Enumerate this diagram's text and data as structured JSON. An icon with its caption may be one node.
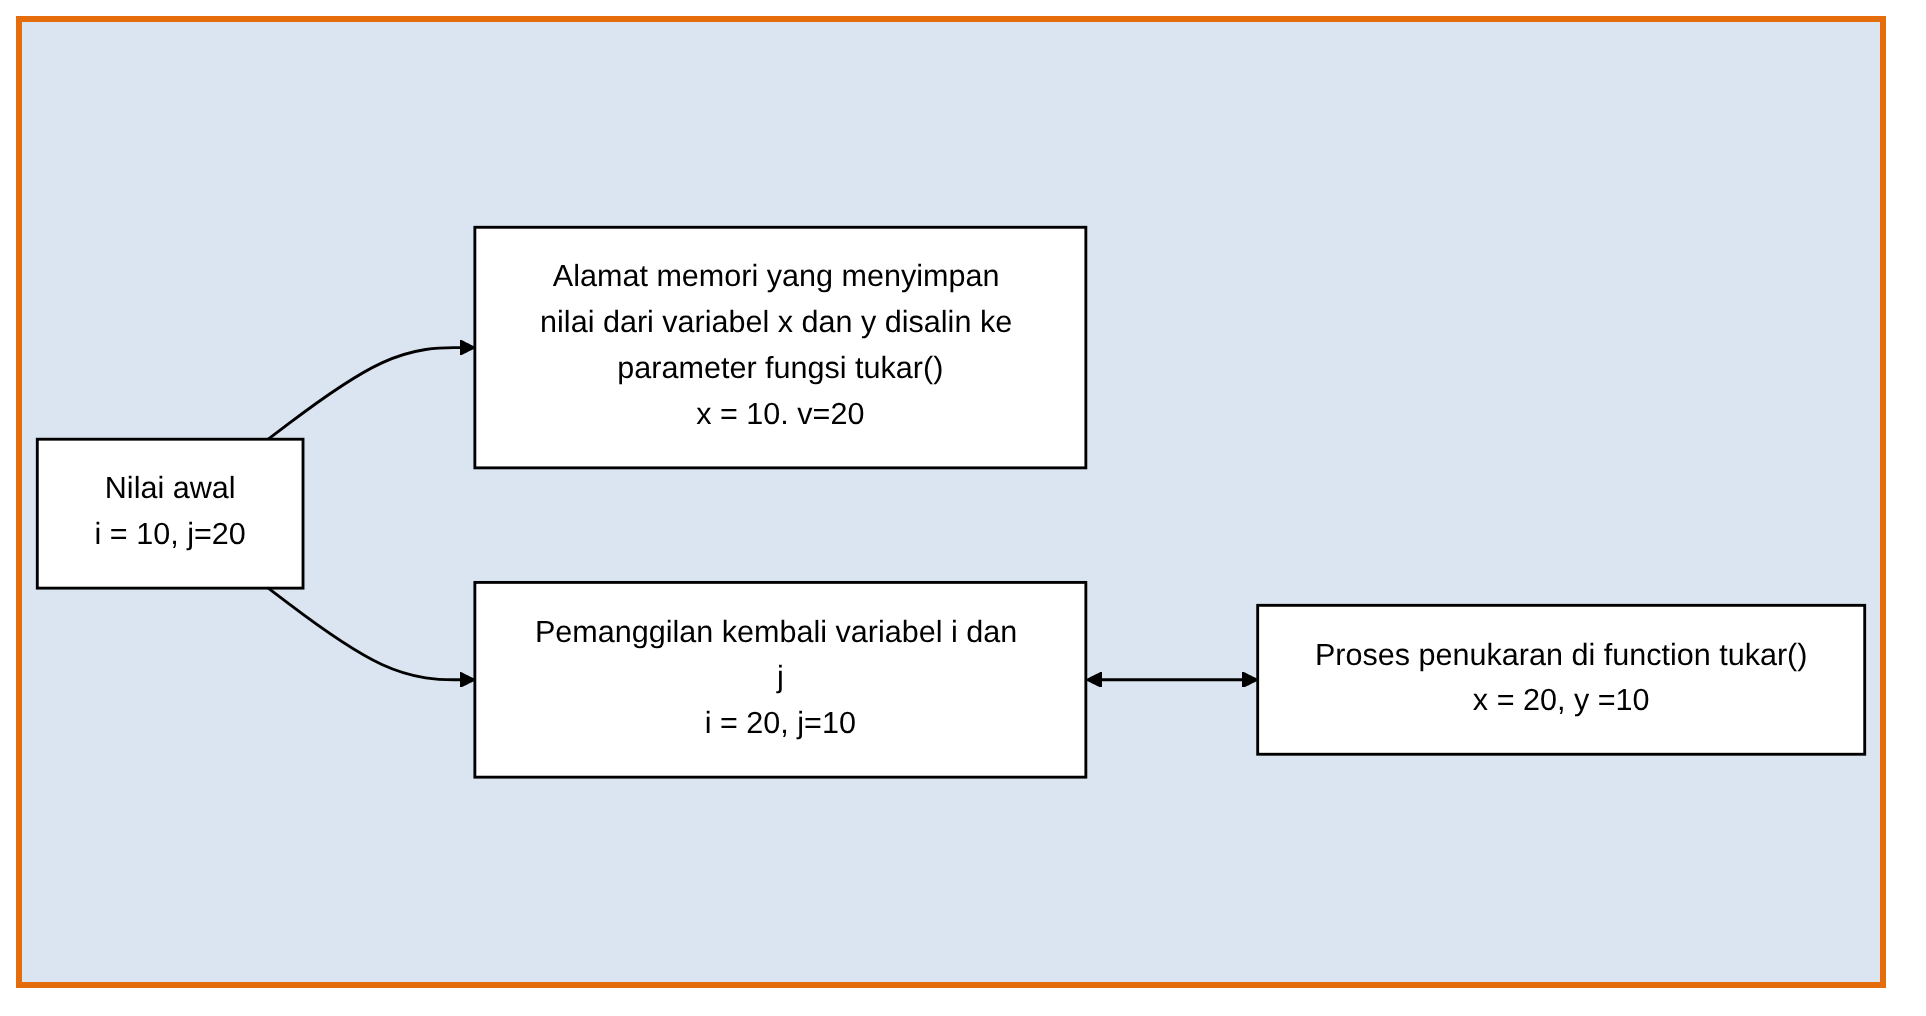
{
  "diagram": {
    "nodes": [
      {
        "text": [
          "Nilai awal",
          "i = 10, j=20"
        ]
      },
      {
        "text": [
          "Alamat memori yang menyimpan nilai dari variabel x dan y disalin ke parameter fungsi tukar()",
          "x = 10. v=20"
        ]
      },
      {
        "text": [
          "Pemanggilan kembali variabel i dan j",
          "i = 20, j=10"
        ]
      },
      {
        "text": [
          "Proses penukaran di function tukar()",
          "x = 20, y =10"
        ]
      }
    ],
    "edges": [
      {
        "from": 0,
        "to": 1,
        "arrow": "to"
      },
      {
        "from": 0,
        "to": 2,
        "arrow": "to"
      },
      {
        "from": 2,
        "to": 3,
        "arrow": "both"
      }
    ]
  }
}
